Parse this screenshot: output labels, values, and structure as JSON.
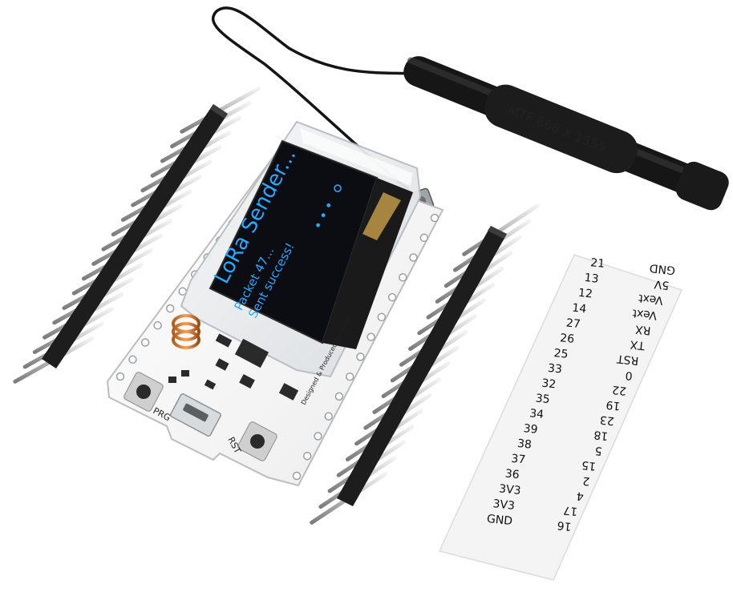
{
  "oled": {
    "line1": "LoRa Sender...",
    "line2": "Packet 47...",
    "line3": "Sent success!"
  },
  "board": {
    "prg_label": "PRG",
    "rst_label": "RST",
    "silk_credit": "Designed & Produced by Heltec"
  },
  "pin_label": {
    "left_column": [
      "21",
      "13",
      "12",
      "14",
      "27",
      "26",
      "25",
      "33",
      "32",
      "35",
      "34",
      "39",
      "38",
      "37",
      "36",
      "3V3",
      "3V3",
      "GND"
    ],
    "right_column": [
      "GND",
      "5V",
      "Vext",
      "Vext",
      "RX",
      "TX",
      "RST",
      "0",
      "22",
      "19",
      "23",
      "18",
      "5",
      "15",
      "2",
      "4",
      "17",
      "16"
    ]
  }
}
